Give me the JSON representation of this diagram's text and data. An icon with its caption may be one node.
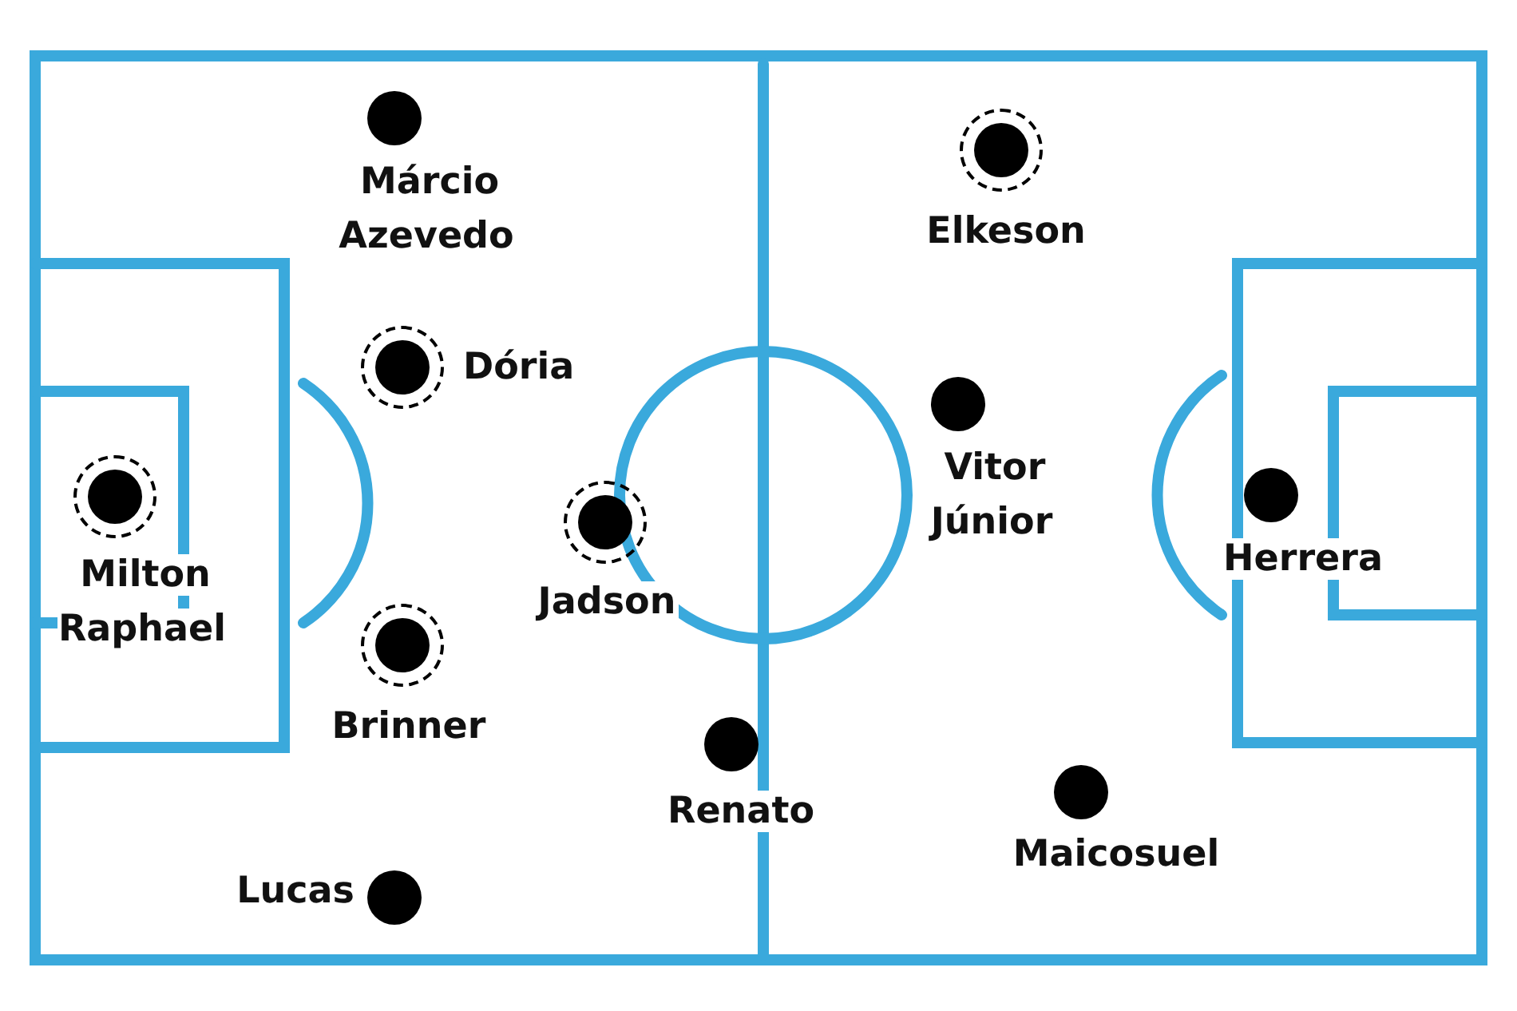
{
  "diagram": {
    "nodes": [
      {
        "text": [
          "Márcio Azevedo"
        ]
      },
      {
        "text": [
          "Dória"
        ]
      },
      {
        "text": [
          "Milton Raphael"
        ]
      },
      {
        "text": [
          "Brinner"
        ]
      },
      {
        "text": [
          "Jadson"
        ]
      },
      {
        "text": [
          "Lucas"
        ]
      },
      {
        "text": [
          "Renato"
        ]
      },
      {
        "text": [
          "Elkeson"
        ]
      },
      {
        "text": [
          "Vitor Júnior"
        ]
      },
      {
        "text": [
          "Herrera"
        ]
      },
      {
        "text": [
          "Maicosuel"
        ]
      }
    ]
  }
}
